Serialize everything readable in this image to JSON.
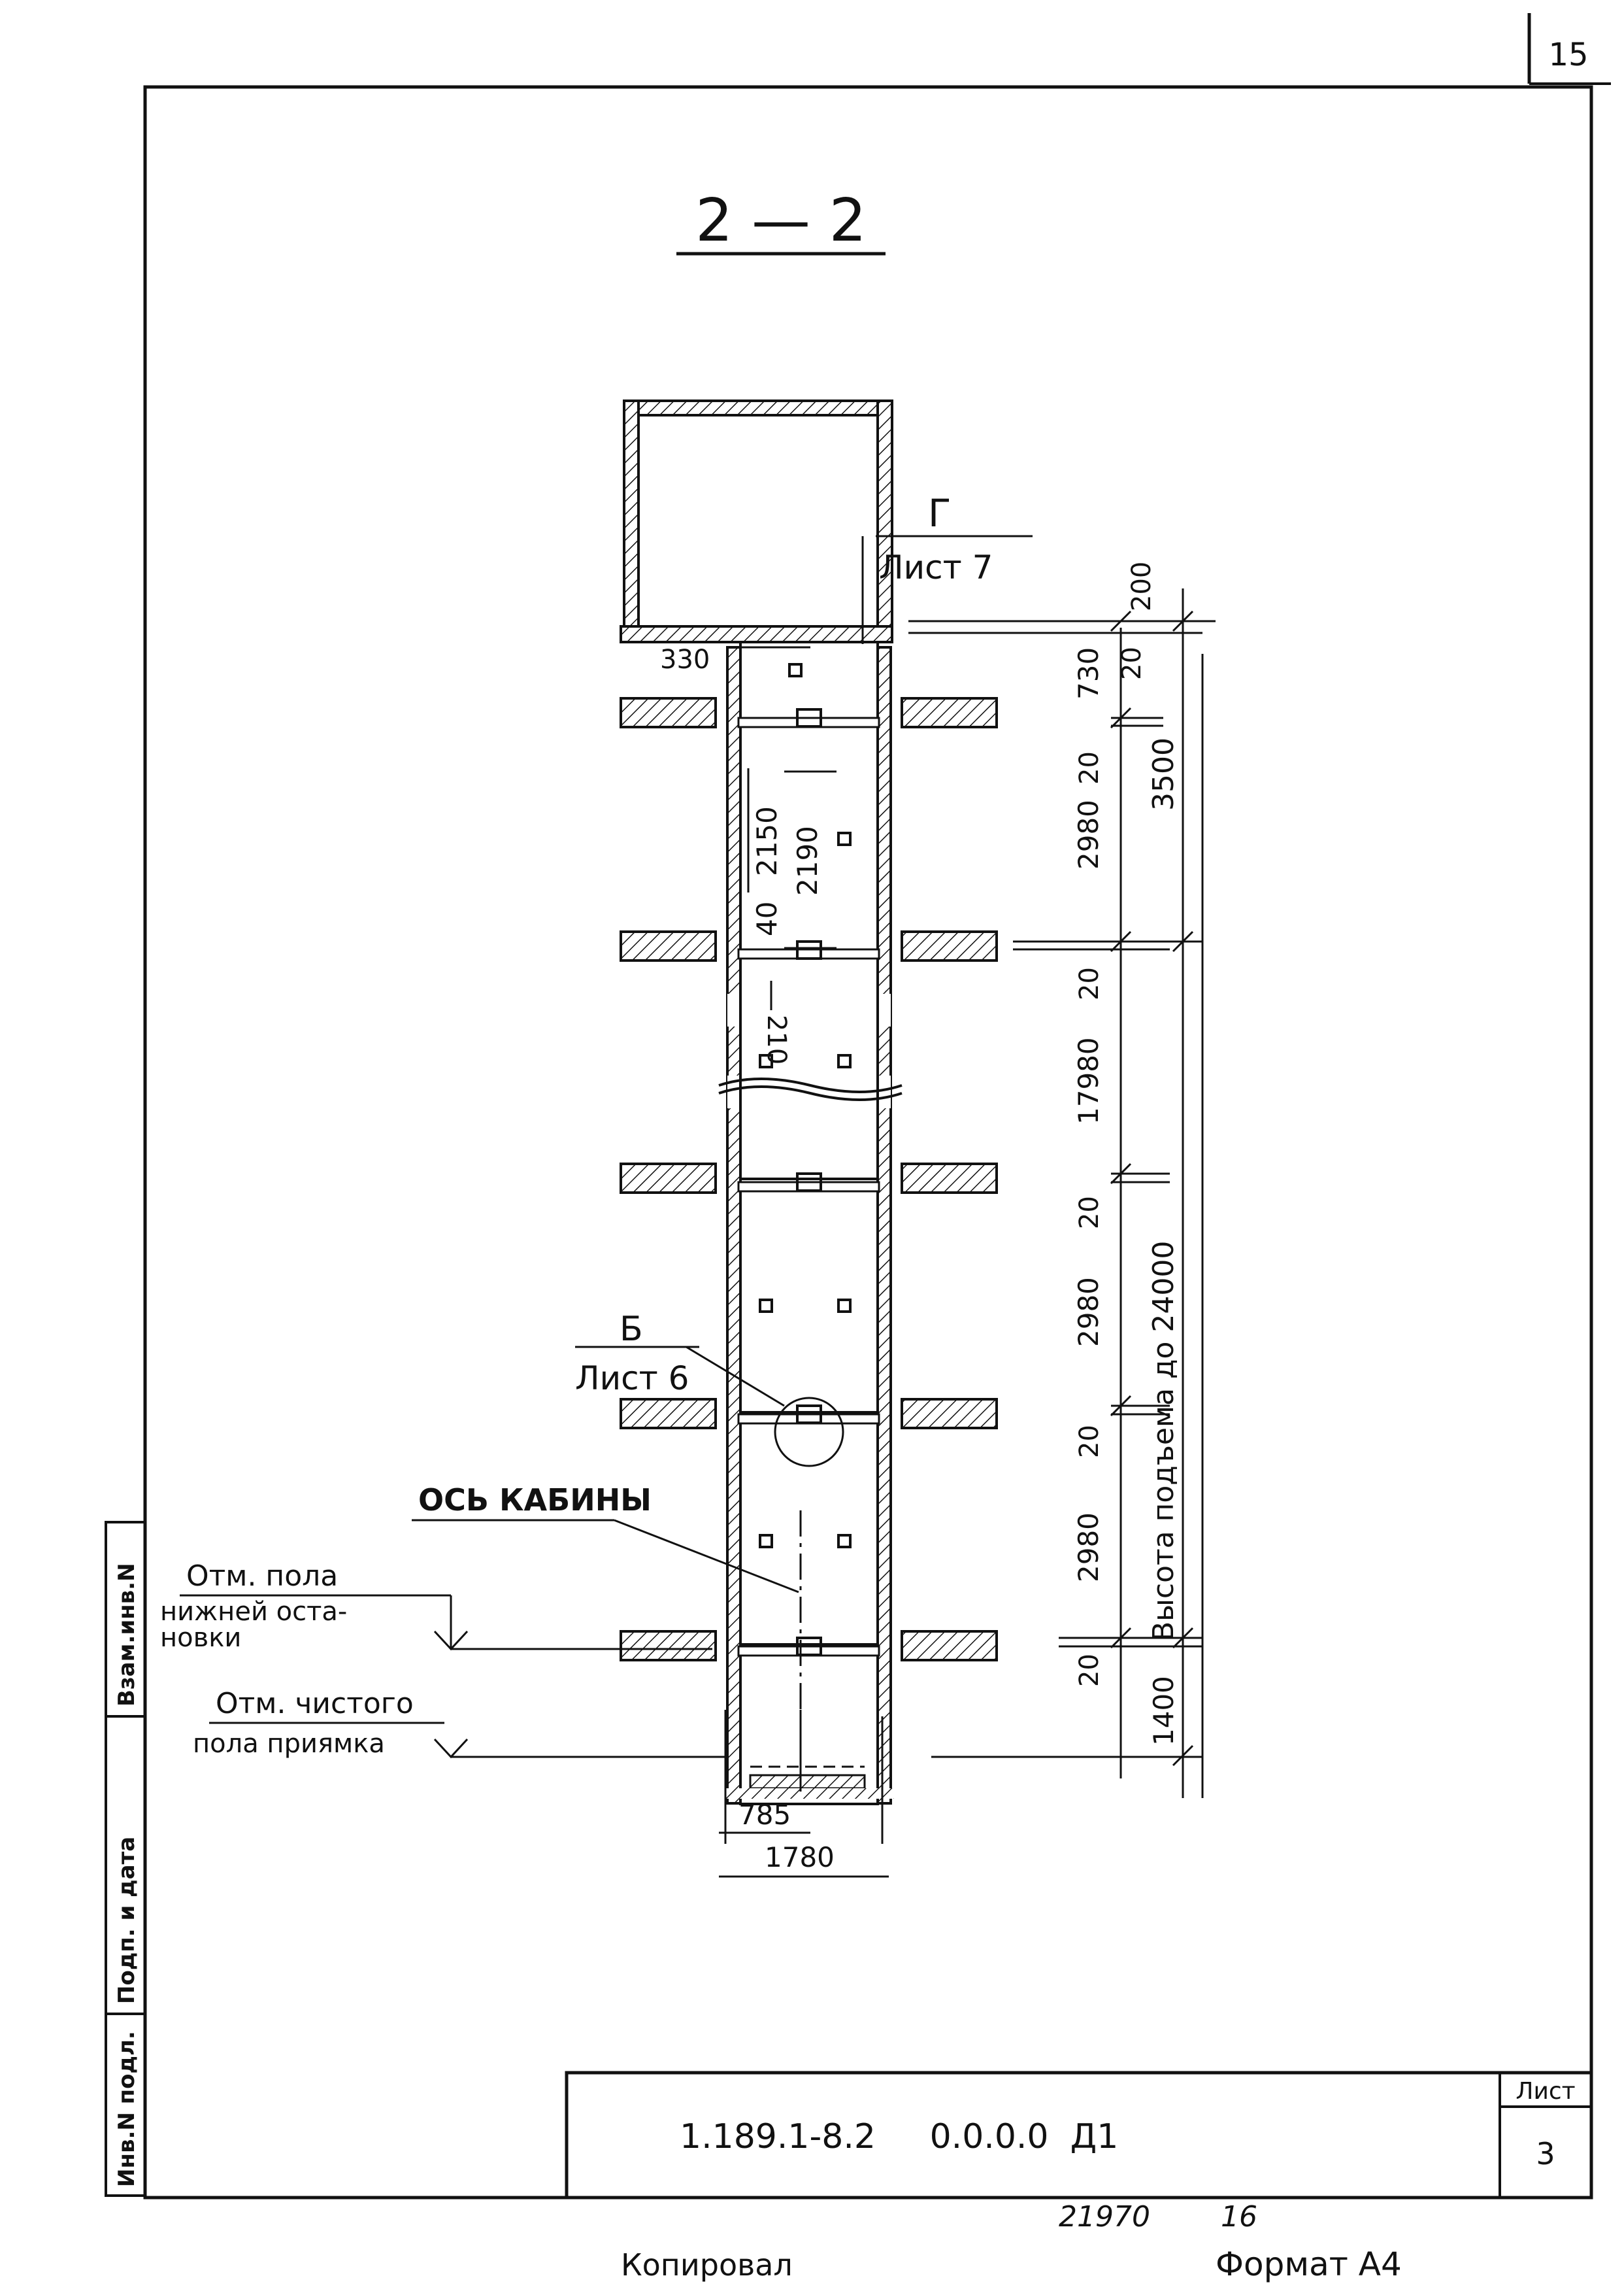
{
  "page_number": "15",
  "section_title": "2 — 2",
  "callout_g": {
    "letter": "Г",
    "sheet": "Лист 7"
  },
  "callout_b": {
    "letter": "Б",
    "sheet": "Лист 6"
  },
  "labels": {
    "cabin_axis": "ОСЬ КАБИНЫ",
    "floor_mark_1": "Отм. пола",
    "floor_mark_2": "нижней оста-",
    "floor_mark_3": "новки",
    "pit_mark_1": "Отм. чистого",
    "pit_mark_2": "пола приямка"
  },
  "dimensions": {
    "d330": "330",
    "d2150": "2150",
    "d2190": "2190",
    "d40": "40",
    "d210": "210",
    "d785": "785",
    "d1780": "1780",
    "r200": "200",
    "r20a": "20",
    "r730": "730",
    "r20b": "20",
    "r2980a": "2980",
    "r20c": "20",
    "r17980": "17980",
    "r20d": "20",
    "r2980b": "2980",
    "r20e": "20",
    "r2980c": "2980",
    "r20f": "20",
    "v3500": "3500",
    "v24000": "Высота подъема до 24000",
    "v1400": "1400"
  },
  "side_stamp": {
    "inv_podl": "Инв.N подл.",
    "podp_data": "Подп. и дата",
    "vzam_inv": "Взам.инв.N"
  },
  "title_block": {
    "code": "1.189.1-8.2     0.0.0.0  Д1",
    "sheet_label": "Лист",
    "sheet_number": "3"
  },
  "footer": {
    "copied": "Копировал",
    "number": "21970",
    "number2": "16",
    "format": "Формат А4"
  }
}
